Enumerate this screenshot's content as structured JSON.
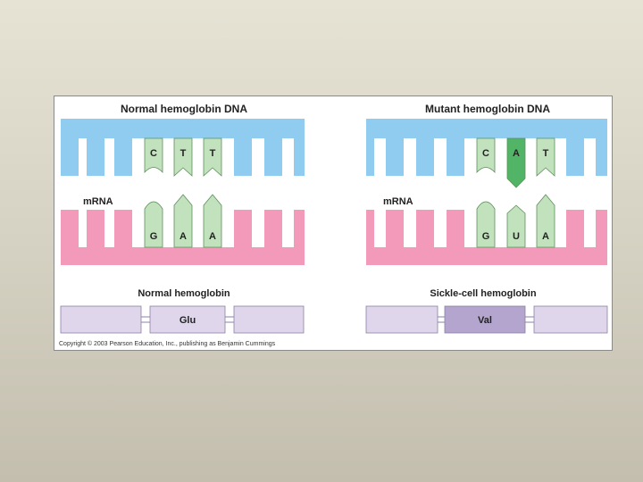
{
  "colors": {
    "dna_blue": "#8fccf0",
    "mrna_pink": "#f399b9",
    "protein_lavender": "#dfd6ec",
    "protein_mutant": "#b3a5cd",
    "nucleotide_green": "#c1e2bd",
    "mutant_green": "#52b466"
  },
  "left_panel": {
    "title": "Normal hemoglobin DNA",
    "dna_bases": [
      "C",
      "T",
      "T"
    ],
    "mrna_label": "mRNA",
    "mrna_bases": [
      "G",
      "A",
      "A"
    ],
    "protein_title": "Normal hemoglobin",
    "amino_acid": "Glu"
  },
  "right_panel": {
    "title": "Mutant hemoglobin DNA",
    "dna_bases": [
      "C",
      "A",
      "T"
    ],
    "mrna_label": "mRNA",
    "mrna_bases": [
      "G",
      "U",
      "A"
    ],
    "protein_title": "Sickle-cell hemoglobin",
    "amino_acid": "Val"
  },
  "copyright": "Copyright © 2003 Pearson Education, Inc., publishing as Benjamin Cummings"
}
